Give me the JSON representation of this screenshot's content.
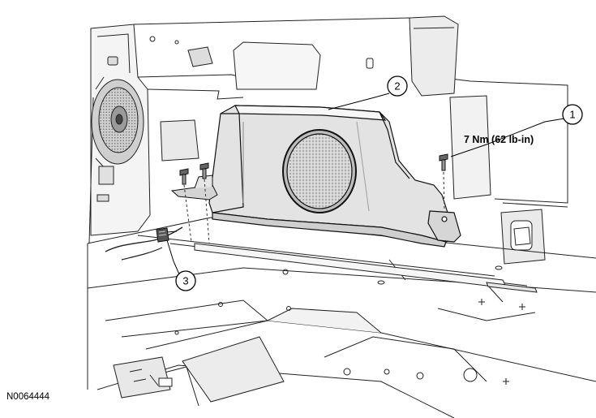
{
  "figure": {
    "id": "N0064444"
  },
  "callouts": [
    {
      "number": "1"
    },
    {
      "number": "2"
    },
    {
      "number": "3"
    }
  ],
  "torque_spec": "7 Nm (62 lb-in)"
}
